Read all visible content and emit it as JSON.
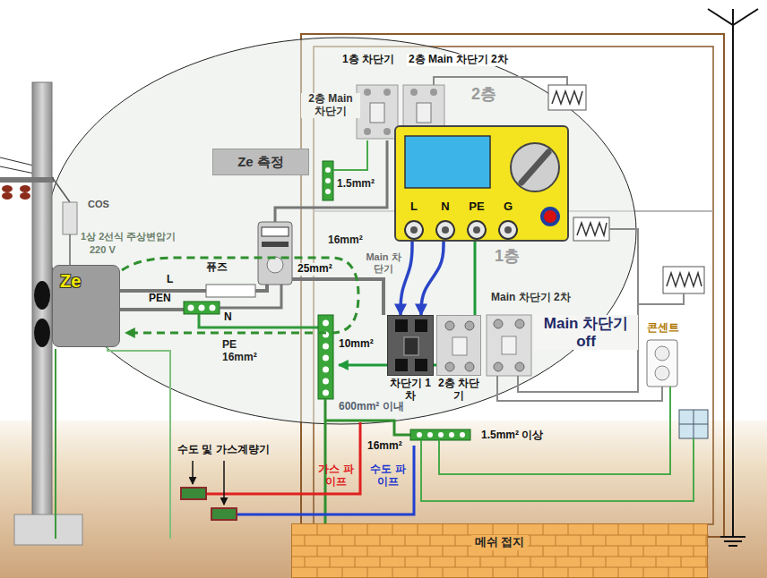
{
  "diagram": {
    "nodes": [
      {
        "text": [
          "Ze 측정"
        ]
      },
      {
        "text": [
          "L",
          "N",
          "PE",
          "G"
        ]
      },
      {
        "text": [
          "차단기 1차"
        ]
      },
      {
        "text": [
          "2층 차단기"
        ]
      },
      {
        "text": [
          "Ze"
        ]
      },
      {
        "text": [
          "메쉬 접지"
        ]
      }
    ],
    "edges": [
      {
        "from": 1,
        "to": 2,
        "arrow": "to"
      },
      {
        "from": 1,
        "to": 2,
        "arrow": "to"
      }
    ],
    "labels": [
      "1층 차단기",
      "2층 Main 차단기 2차",
      "2층 Main 차단기",
      "2층",
      "1.5mm²",
      "COS",
      "1상 2선식 주상변압기",
      "220 V",
      "16mm²",
      "1층",
      "퓨즈",
      "25mm²",
      "Main 차단기",
      "L",
      "PEN",
      "Main 차단기 2차",
      "N",
      "Main 차단기 off",
      "10mm²",
      "PE 16mm²",
      "콘센트",
      "600mm² 이내",
      "16mm²",
      "1.5mm² 이상",
      "수도 및 가스계량기",
      "가스 파이프",
      "수도 파이프"
    ]
  }
}
